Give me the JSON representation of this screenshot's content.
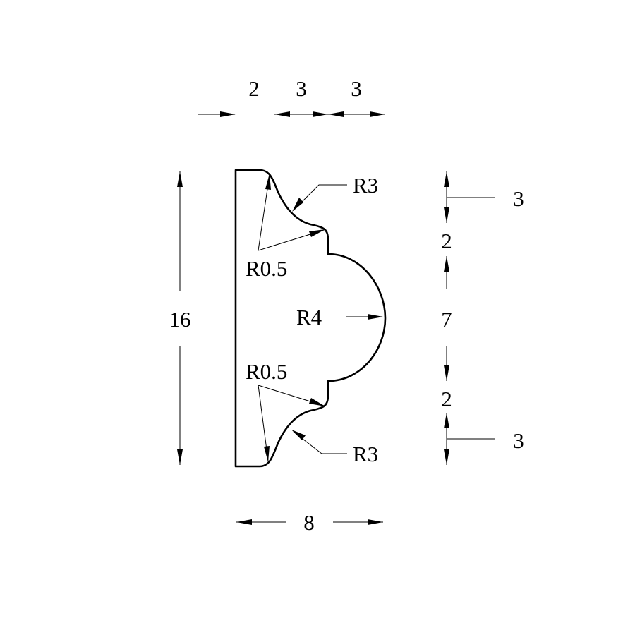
{
  "top_dimensions": [
    "2",
    "3",
    "3"
  ],
  "overall_height": "16",
  "overall_width": "8",
  "right_dimensions": [
    "3",
    "2",
    "7",
    "2",
    "3"
  ],
  "radius_labels": {
    "upper_cove": "R3",
    "upper_fillet": "R0.5",
    "center_bead": "R4",
    "lower_fillet": "R0.5",
    "lower_cove": "R3"
  }
}
